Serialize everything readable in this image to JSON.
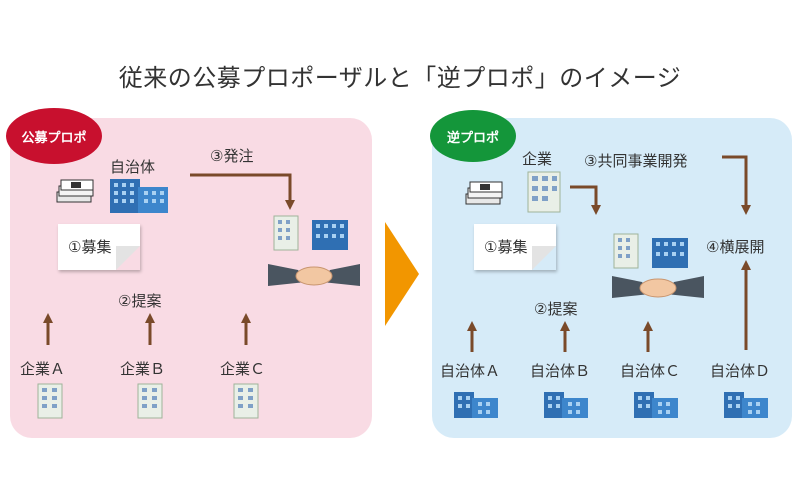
{
  "title": "従来の公募プロポーザルと「逆プロポ」のイメージ",
  "left": {
    "badge": "公募プロポ",
    "government": "自治体",
    "order": "③発注",
    "recruit": "①募集",
    "proposal": "②提案",
    "companies": [
      "企業Ａ",
      "企業Ｂ",
      "企業Ｃ"
    ]
  },
  "right": {
    "badge": "逆プロポ",
    "company": "企業",
    "joint": "③共同事業開発",
    "expand": "④横展開",
    "recruit": "①募集",
    "proposal": "②提案",
    "governments": [
      "自治体Ａ",
      "自治体Ｂ",
      "自治体Ｃ",
      "自治体Ｄ"
    ]
  },
  "colors": {
    "left_bg": "#f9dbe4",
    "right_bg": "#d6ebf8",
    "badge_red": "#c8102e",
    "badge_green": "#14963a",
    "arrow": "#7a4a2a",
    "chevron": "#f29600"
  },
  "icons": [
    "money-stack-icon",
    "building-icon",
    "office-tower-icon",
    "handshake-icon",
    "note-icon"
  ]
}
